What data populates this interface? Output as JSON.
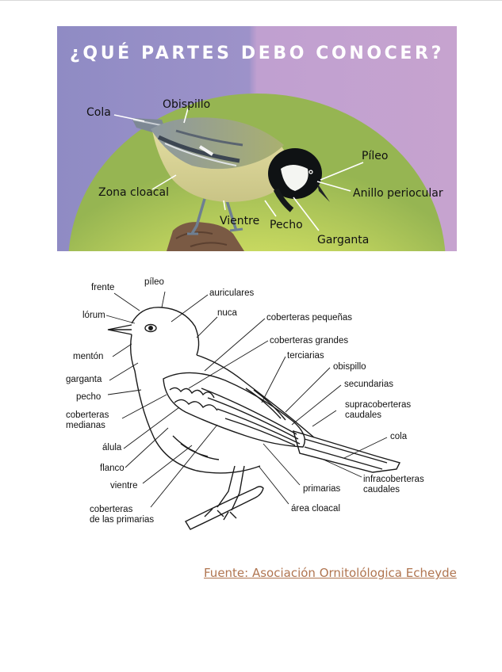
{
  "photo_panel": {
    "title": "¿QUÉ PARTES DEBO CONOCER?",
    "labels": {
      "cola": "Cola",
      "obispillo": "Obispillo",
      "zona_cloacal": "Zona cloacal",
      "vientre": "Vientre",
      "pecho": "Pecho",
      "garganta": "Garganta",
      "pileo": "Píleo",
      "anillo_periocular": "Anillo periocular"
    },
    "colors": {
      "bg_left": "#8f8bc4",
      "bg_right": "#c6a3cf",
      "dome_inner": "#dfe86c",
      "dome_outer": "#8fae4e"
    }
  },
  "diagram": {
    "labels": {
      "frente": "frente",
      "pileo": "píleo",
      "auriculares": "auriculares",
      "lorum": "lórum",
      "nuca": "nuca",
      "coberteras_pequenas": "coberteras pequeñas",
      "coberteras_grandes": "coberteras grandes",
      "menton": "mentón",
      "terciarias": "terciarias",
      "obispillo": "obispillo",
      "garganta": "garganta",
      "secundarias": "secundarias",
      "pecho": "pecho",
      "supracoberteras_1": "supracoberteras",
      "supracoberteras_2": "caudales",
      "coberteras_medianas_1": "coberteras",
      "coberteras_medianas_2": "medianas",
      "cola": "cola",
      "alula": "álula",
      "flanco": "flanco",
      "infracoberteras_1": "infracoberteras",
      "infracoberteras_2": "caudales",
      "vientre": "vientre",
      "primarias": "primarias",
      "coberteras_primarias_1": "coberteras",
      "coberteras_primarias_2": "de las primarias",
      "area_cloacal": "área cloacal"
    }
  },
  "source_link": "Fuente: Asociación Ornitolólogica Echeyde"
}
